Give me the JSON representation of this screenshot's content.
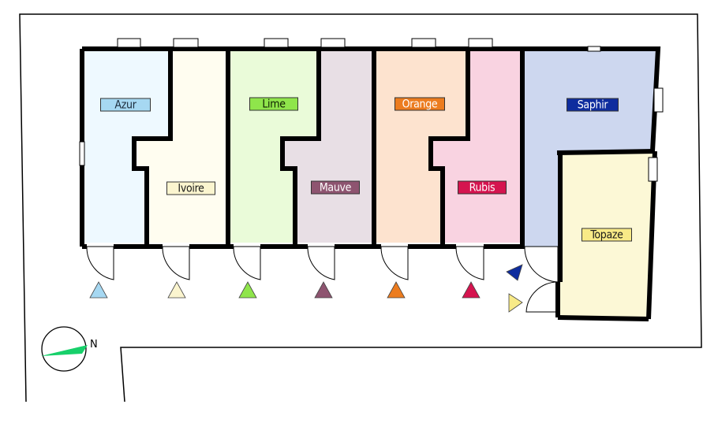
{
  "colors": {
    "wall": "#000000",
    "window": "#ffffff",
    "compass_needle": "#17d06a"
  },
  "rooms": [
    {
      "id": "azur",
      "label": "Azur",
      "fill": "#eef9ff",
      "label_bg": "#a6d8f2",
      "label_fg": "#1a2a3a",
      "marker": "#a6d8f2"
    },
    {
      "id": "ivoire",
      "label": "Ivoire",
      "fill": "#fffdf0",
      "label_bg": "#fbf5cf",
      "label_fg": "#1a1a1a",
      "marker": "#fbf5cf"
    },
    {
      "id": "lime",
      "label": "Lime",
      "fill": "#eafbd9",
      "label_bg": "#8fe54b",
      "label_fg": "#0f2000",
      "marker": "#8fe54b"
    },
    {
      "id": "mauve",
      "label": "Mauve",
      "fill": "#e8dfe5",
      "label_bg": "#8e5470",
      "label_fg": "#ffffff",
      "marker": "#8e5470"
    },
    {
      "id": "orange",
      "label": "Orange",
      "fill": "#fde3cf",
      "label_bg": "#ec7c1f",
      "label_fg": "#ffffff",
      "marker": "#ec7c1f"
    },
    {
      "id": "rubis",
      "label": "Rubis",
      "fill": "#f9d3e1",
      "label_bg": "#d5144f",
      "label_fg": "#ffffff",
      "marker": "#d5144f"
    },
    {
      "id": "saphir",
      "label": "Saphir",
      "fill": "#cdd7ef",
      "label_bg": "#0e2c9e",
      "label_fg": "#ffffff",
      "marker": "#0e2c9e"
    },
    {
      "id": "topaze",
      "label": "Topaze",
      "fill": "#fcf8d6",
      "label_bg": "#f8ea87",
      "label_fg": "#1a1a1a",
      "marker": "#f8ea87"
    }
  ],
  "compass": {
    "label": "N"
  }
}
